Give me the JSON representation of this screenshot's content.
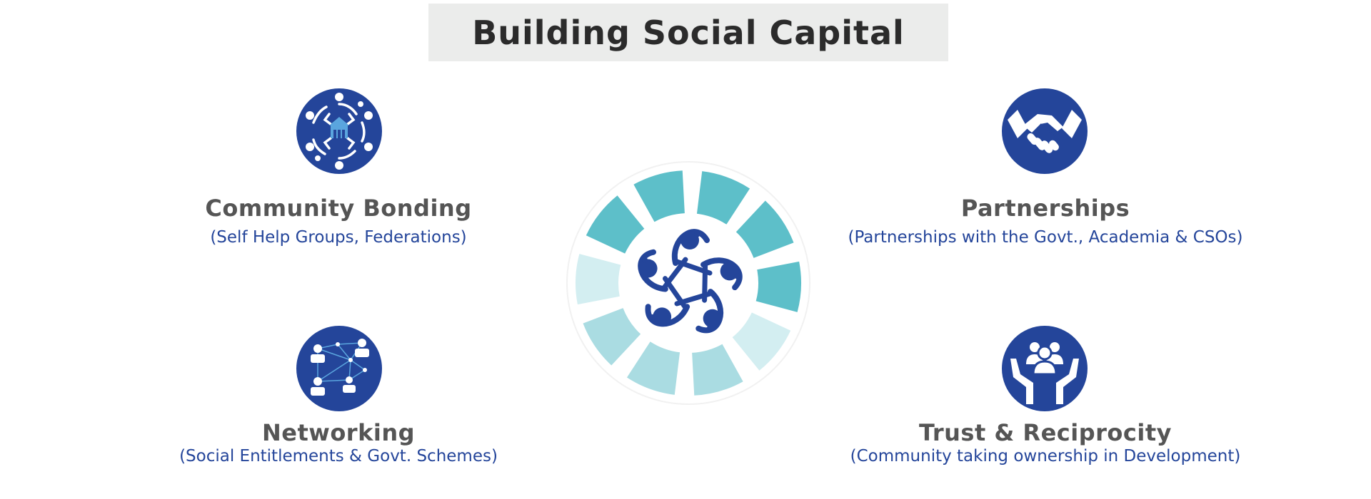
{
  "title": "Building Social Capital",
  "colors": {
    "primary": "#24459a",
    "title_bg": "#ebeceb",
    "teal_dark": "#5dbfc9",
    "teal_mid": "#aadce2",
    "teal_light": "#d3eef1",
    "label_gray": "#555555"
  },
  "hub_icon": "five-people-linked-icon",
  "nodes": [
    {
      "id": "community-bonding",
      "title": "Community Bonding",
      "subtitle": "(Self Help Groups, Federations)",
      "icon": "people-circle-house-icon"
    },
    {
      "id": "partnerships",
      "title": "Partnerships",
      "subtitle": "(Partnerships with the Govt., Academia & CSOs)",
      "icon": "handshake-icon"
    },
    {
      "id": "networking",
      "title": "Networking",
      "subtitle": "(Social Entitlements & Govt. Schemes)",
      "icon": "network-people-icon"
    },
    {
      "id": "trust-reciprocity",
      "title": "Trust & Reciprocity",
      "subtitle": "(Community taking ownership in Development)",
      "icon": "hands-holding-people-icon"
    }
  ]
}
